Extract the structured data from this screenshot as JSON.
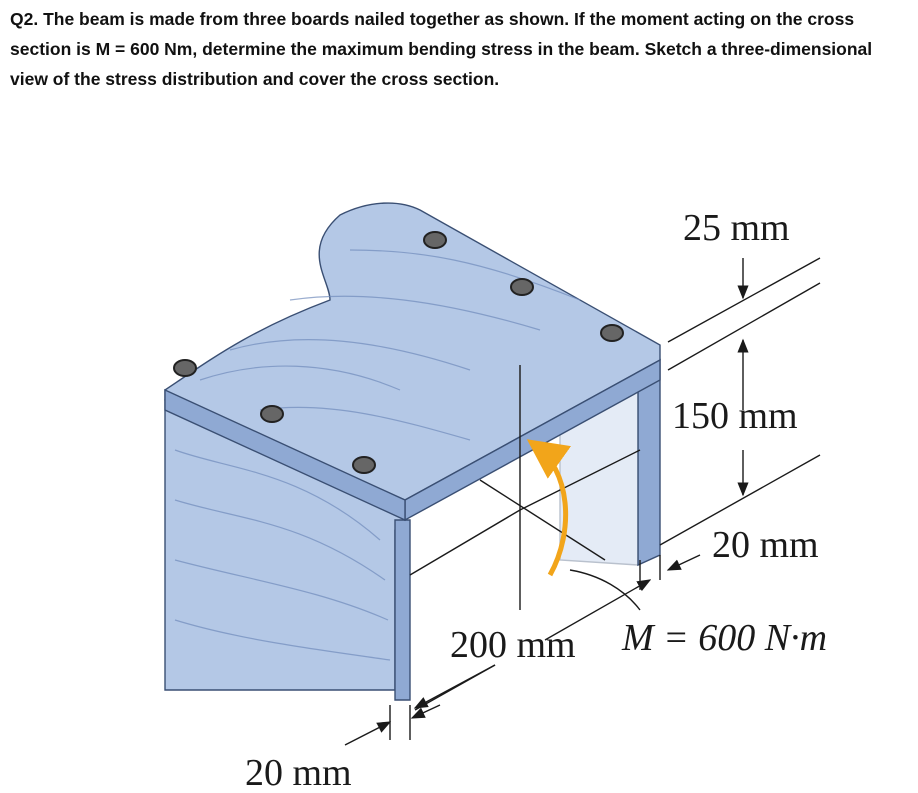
{
  "question": {
    "text": "Q2. The beam is made from three boards nailed together as shown. If the moment acting on the cross section is M = 600 Nm, determine the maximum bending stress in the beam. Sketch a three-dimensional view of the stress distribution and cover the cross section."
  },
  "diagram": {
    "dimensions": {
      "flange_thickness": "25 mm",
      "web_height": "150 mm",
      "web_thickness_right": "20 mm",
      "flange_width": "200 mm",
      "web_thickness_left": "20 mm"
    },
    "moment_label": "M = 600 N·m",
    "colors": {
      "wood": "#b4c8e6",
      "wood_edge": "#3a4f73",
      "moment_arrow": "#f2a51a"
    }
  }
}
